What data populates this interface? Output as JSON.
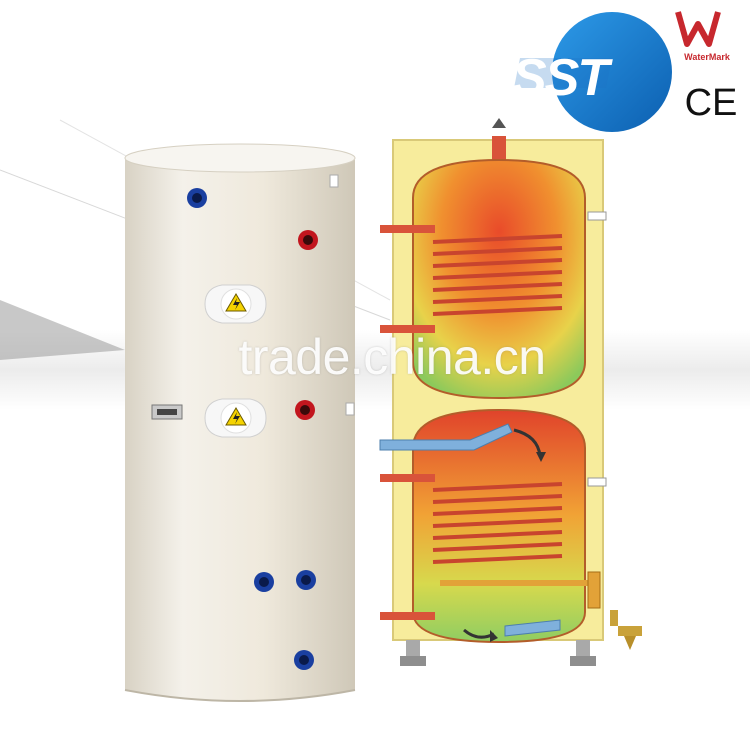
{
  "branding": {
    "logo_text": "SST",
    "certification_mark": "WaterMark",
    "ce_mark": "CE"
  },
  "watermark": "trade.china.cn",
  "colors": {
    "tank_body": "#ece7db",
    "diagram_casing": "#f7ec9c",
    "logo_blue": "#1e7fd6",
    "watermark_red": "#c7282e",
    "hot_coil": "#d9533a",
    "cold_pipe": "#7fb0dc"
  },
  "icons": [
    "electric-heater-warning-icon",
    "flow-arrow-icon",
    "drain-valve-icon"
  ]
}
